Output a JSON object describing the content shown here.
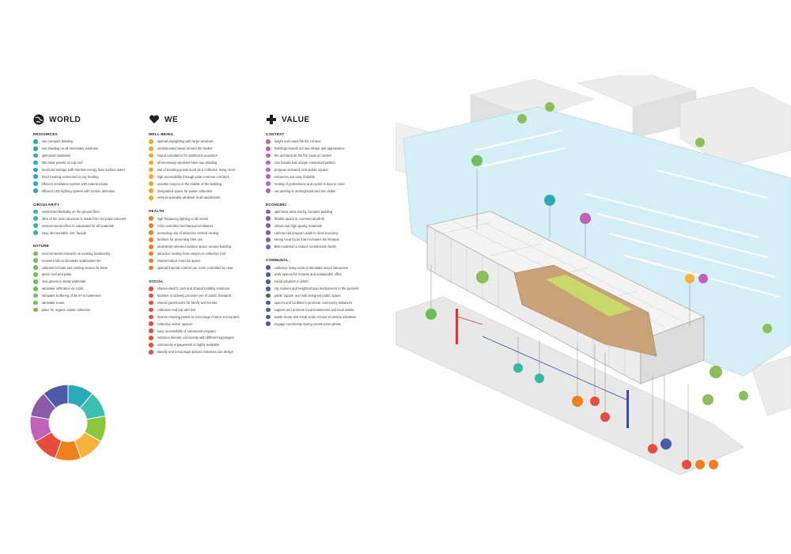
{
  "columns": [
    {
      "title": "WORLD",
      "icon": "globe-icon",
      "sections": [
        {
          "title": "RESOURCES",
          "items": [
            {
              "label": "one compact building",
              "color": "#2fa8b8"
            },
            {
              "label": "sun shading on all necessary windows",
              "color": "#2fa8b8"
            },
            {
              "label": "optimized insulation",
              "color": "#2fa8b8"
            },
            {
              "label": "350 solar panels on top roof",
              "color": "#2fa8b8"
            },
            {
              "label": "heat/cold storage with thermal energy from surface water",
              "color": "#2fa8b8"
            },
            {
              "label": "Floor heating connected to city heating",
              "color": "#2fa8b8"
            },
            {
              "label": "efficient ventilation system with natural intake",
              "color": "#2fa8b8"
            },
            {
              "label": "efficient LED lighting system with motion detection",
              "color": "#2fa8b8"
            }
          ]
        },
        {
          "title": "CIRCULARITY",
          "items": [
            {
              "label": "maximized flexibility on the ground floor",
              "color": "#37b7a6"
            },
            {
              "label": "35% of the main structure is made from recycled concrete",
              "color": "#37b7a6"
            },
            {
              "label": "environmental effect is calculated for all materials",
              "color": "#37b7a6"
            },
            {
              "label": "easy demountable zinc facade",
              "color": "#37b7a6"
            }
          ]
        },
        {
          "title": "NATURE",
          "items": [
            {
              "label": "environmental research on existing biodiversity",
              "color": "#6cbf59"
            },
            {
              "label": "mussel roofs to stimulate underwater life",
              "color": "#6cbf59"
            },
            {
              "label": "cabinets for bats and nesting stones for birds",
              "color": "#6cbf59"
            },
            {
              "label": "green roof and patio",
              "color": "#6cbf59"
            },
            {
              "label": "new greenery along waterside",
              "color": "#6cbf59"
            },
            {
              "label": "rainwater infiltration on roofs",
              "color": "#6cbf59"
            },
            {
              "label": "rainwater buffering of 28 m³ in basement",
              "color": "#6cbf59"
            },
            {
              "label": "rainwater reuse",
              "color": "#6cbf59"
            },
            {
              "label": "place for organic waste collection",
              "color": "#6cbf59"
            }
          ]
        }
      ]
    },
    {
      "title": "WE",
      "icon": "heart-icon",
      "sections": [
        {
          "title": "WELL-BEING",
          "items": [
            {
              "label": "optimal daylighting with large windows",
              "color": "#f5a623"
            },
            {
              "label": "unobstructed views around the harbor",
              "color": "#f5a623"
            },
            {
              "label": "sound calculation for optimized acoustics",
              "color": "#f5a623"
            },
            {
              "label": "all necessary windows have sun shading",
              "color": "#f5a623"
            },
            {
              "label": "lots of meeting points such as a collective living room",
              "color": "#f5a623"
            },
            {
              "label": "high accessibility through wide common corridors",
              "color": "#f5a623"
            },
            {
              "label": "wooden canyon in the middle of the building",
              "color": "#f5a623"
            },
            {
              "label": "designated space for waste collection",
              "color": "#f5a623"
            },
            {
              "label": "vertical operable windows in all apartments",
              "color": "#f5a623"
            }
          ]
        },
        {
          "title": "HEALTH",
          "items": [
            {
              "label": "high frequency lighting in all rooms",
              "color": "#f07f1e"
            },
            {
              "label": "CO2 controlled mechanical ventilation",
              "color": "#f07f1e"
            },
            {
              "label": "promoting use of attractive vertical routing",
              "color": "#f07f1e"
            },
            {
              "label": "facilities for promoting bike use",
              "color": "#f07f1e"
            },
            {
              "label": "pedestrian-oriented outdoor space around building",
              "color": "#f07f1e"
            },
            {
              "label": "attractive routing from canyon to collective roof",
              "color": "#f07f1e"
            },
            {
              "label": "shared indoor exercise space",
              "color": "#f07f1e"
            },
            {
              "label": "optimal thermal comfort per room controlled by user",
              "color": "#f07f1e"
            }
          ]
        },
        {
          "title": "SOCIAL",
          "items": [
            {
              "label": "shared electric cars and shared mobility solutions",
              "color": "#e94b3c"
            },
            {
              "label": "facilities to actively promote use of public transport",
              "color": "#e94b3c"
            },
            {
              "label": "shared guestrooms for family and friends",
              "color": "#e94b3c"
            },
            {
              "label": "collective roof top with bar",
              "color": "#e94b3c"
            },
            {
              "label": "diverse meeting points to encourage chance encounters",
              "color": "#e94b3c"
            },
            {
              "label": "collective indoor spaces",
              "color": "#e94b3c"
            },
            {
              "label": "easy accessibility of communal program",
              "color": "#e94b3c"
            },
            {
              "label": "embrace diverse community with different typologies",
              "color": "#e94b3c"
            },
            {
              "label": "community engagement is highly available",
              "color": "#e94b3c"
            },
            {
              "label": "identify and encourage spaces residents can design",
              "color": "#e94b3c"
            }
          ]
        }
      ]
    },
    {
      "title": "VALUE",
      "icon": "plus-icon",
      "sections": [
        {
          "title": "CONTEXT",
          "items": [
            {
              "label": "height and mass fits the context",
              "color": "#c060b8"
            },
            {
              "label": "buildings stands out due shape and appearance",
              "color": "#c060b8"
            },
            {
              "label": "the architecture fits the nautical context",
              "color": "#c060b8"
            },
            {
              "label": "zinc facade has unique contextual pattern",
              "color": "#c060b8"
            },
            {
              "label": "program activates new public square",
              "color": "#c060b8"
            },
            {
              "label": "entrances are easy findable",
              "color": "#c060b8"
            },
            {
              "label": "routing of pedestrians and cyclist is kept in mind",
              "color": "#c060b8"
            },
            {
              "label": "car parking is underground and not visible",
              "color": "#c060b8"
            }
          ]
        },
        {
          "title": "ECONOMIC",
          "items": [
            {
              "label": "optimized area use by compact building",
              "color": "#8b5aa8"
            },
            {
              "label": "flexible space in commercial plinth",
              "color": "#8b5aa8"
            },
            {
              "label": "robust and high quality materials",
              "color": "#8b5aa8"
            },
            {
              "label": "commercial program adds to local economy",
              "color": "#8b5aa8"
            },
            {
              "label": "strong local focus that increases the lifespan",
              "color": "#8b5aa8"
            },
            {
              "label": "BIM modeled to reduce construction faults",
              "color": "#8b5aa8"
            }
          ]
        },
        {
          "title": "COMMUNAL",
          "items": [
            {
              "label": "collective living room to stimulate social interaction",
              "color": "#4d5aa8"
            },
            {
              "label": "work spaces for tenants and sustainable office",
              "color": "#4d5aa8"
            },
            {
              "label": "social program in plinth",
              "color": "#4d5aa8"
            },
            {
              "label": "city makers and neighborhood involvement in the process",
              "color": "#4d5aa8"
            },
            {
              "label": "public square and well designed public space",
              "color": "#4d5aa8"
            },
            {
              "label": "spaces and facilities to promote community initiatives",
              "color": "#4d5aa8"
            },
            {
              "label": "support and promote local businesses and local artists",
              "color": "#4d5aa8"
            },
            {
              "label": "waste reuse and small scale circular economy initiatives",
              "color": "#4d5aa8"
            },
            {
              "label": "engage community during construction phase",
              "color": "#4d5aa8"
            }
          ]
        }
      ]
    }
  ],
  "wheel_segments": [
    {
      "name": "resources",
      "color": "#2fa8b8"
    },
    {
      "name": "circularity",
      "color": "#3dbfb0"
    },
    {
      "name": "nature",
      "color": "#8cc63f"
    },
    {
      "name": "well-being",
      "color": "#f7b23b"
    },
    {
      "name": "health",
      "color": "#f07f1e"
    },
    {
      "name": "social",
      "color": "#e94b3c"
    },
    {
      "name": "context",
      "color": "#c060b8"
    },
    {
      "name": "economic",
      "color": "#8b5aa8"
    },
    {
      "name": "communal",
      "color": "#4d5aa8"
    }
  ],
  "colors": {
    "water": "#d6eef5",
    "wood": "#c9a27a",
    "building_white": "#f4f4f4",
    "context_grey": "#e6e6e6",
    "roof_green": "#c9d86a",
    "annotation_red": "#d9383a",
    "annotation_blue": "#3a4fa0"
  }
}
